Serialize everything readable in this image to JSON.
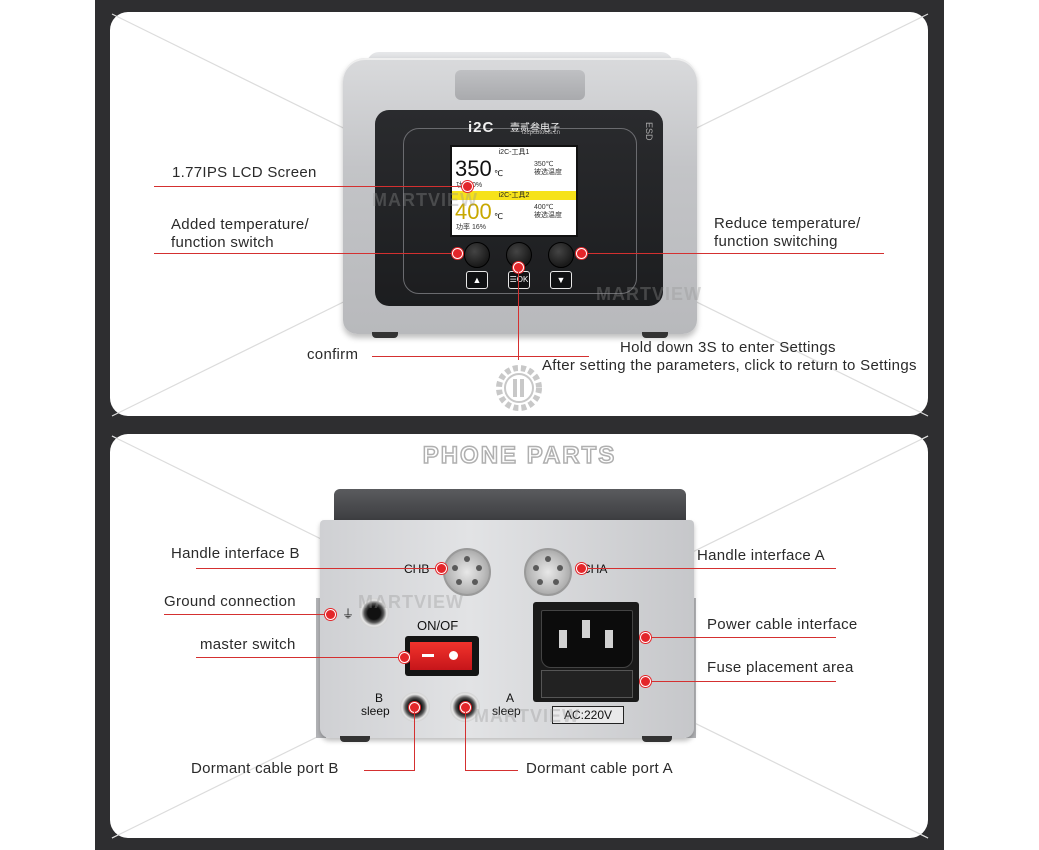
{
  "watermark": "MARTVIEW",
  "brand_bottom": "PHONE PARTS",
  "front": {
    "brand_logo": "i2C",
    "brand_name": "壹贰叁电子",
    "brand_url": "i2cpcbtools.cn",
    "esd": "ESD",
    "lcd": {
      "tool1_title": "i2C-工具1",
      "tool1_temp": "350",
      "tool1_unit": "℃",
      "tool1_set": "350℃",
      "tool1_set_label": "被选温度",
      "tool1_power": "功率 0%",
      "tool2_title": "i2C-工具2",
      "tool2_temp": "400",
      "tool2_unit": "℃",
      "tool2_set": "400℃",
      "tool2_set_label": "被选温度",
      "tool2_power": "功率 16%"
    },
    "key_ok": "OK",
    "labels": {
      "lcd": "1.77IPS LCD Screen",
      "add_temp_1": "Added temperature/",
      "add_temp_2": "function switch",
      "reduce_temp_1": "Reduce temperature/",
      "reduce_temp_2": "function switching",
      "confirm": "confirm",
      "hold_1": "Hold down 3S to enter Settings",
      "hold_2": "After setting the parameters, click to return to Settings"
    }
  },
  "back": {
    "chb": "CHB",
    "cha": "CHA",
    "on_off": "ON/OF",
    "b_label": "B",
    "a_label": "A",
    "sleep_b": "sleep",
    "sleep_a": "sleep",
    "ac": "AC:220V",
    "labels": {
      "handle_b": "Handle interface B",
      "handle_a": "Handle interface A",
      "ground": "Ground connection",
      "master": "master switch",
      "power_cable": "Power cable interface",
      "fuse": "Fuse placement area",
      "dormant_b": "Dormant cable port B",
      "dormant_a": "Dormant cable port A"
    }
  }
}
